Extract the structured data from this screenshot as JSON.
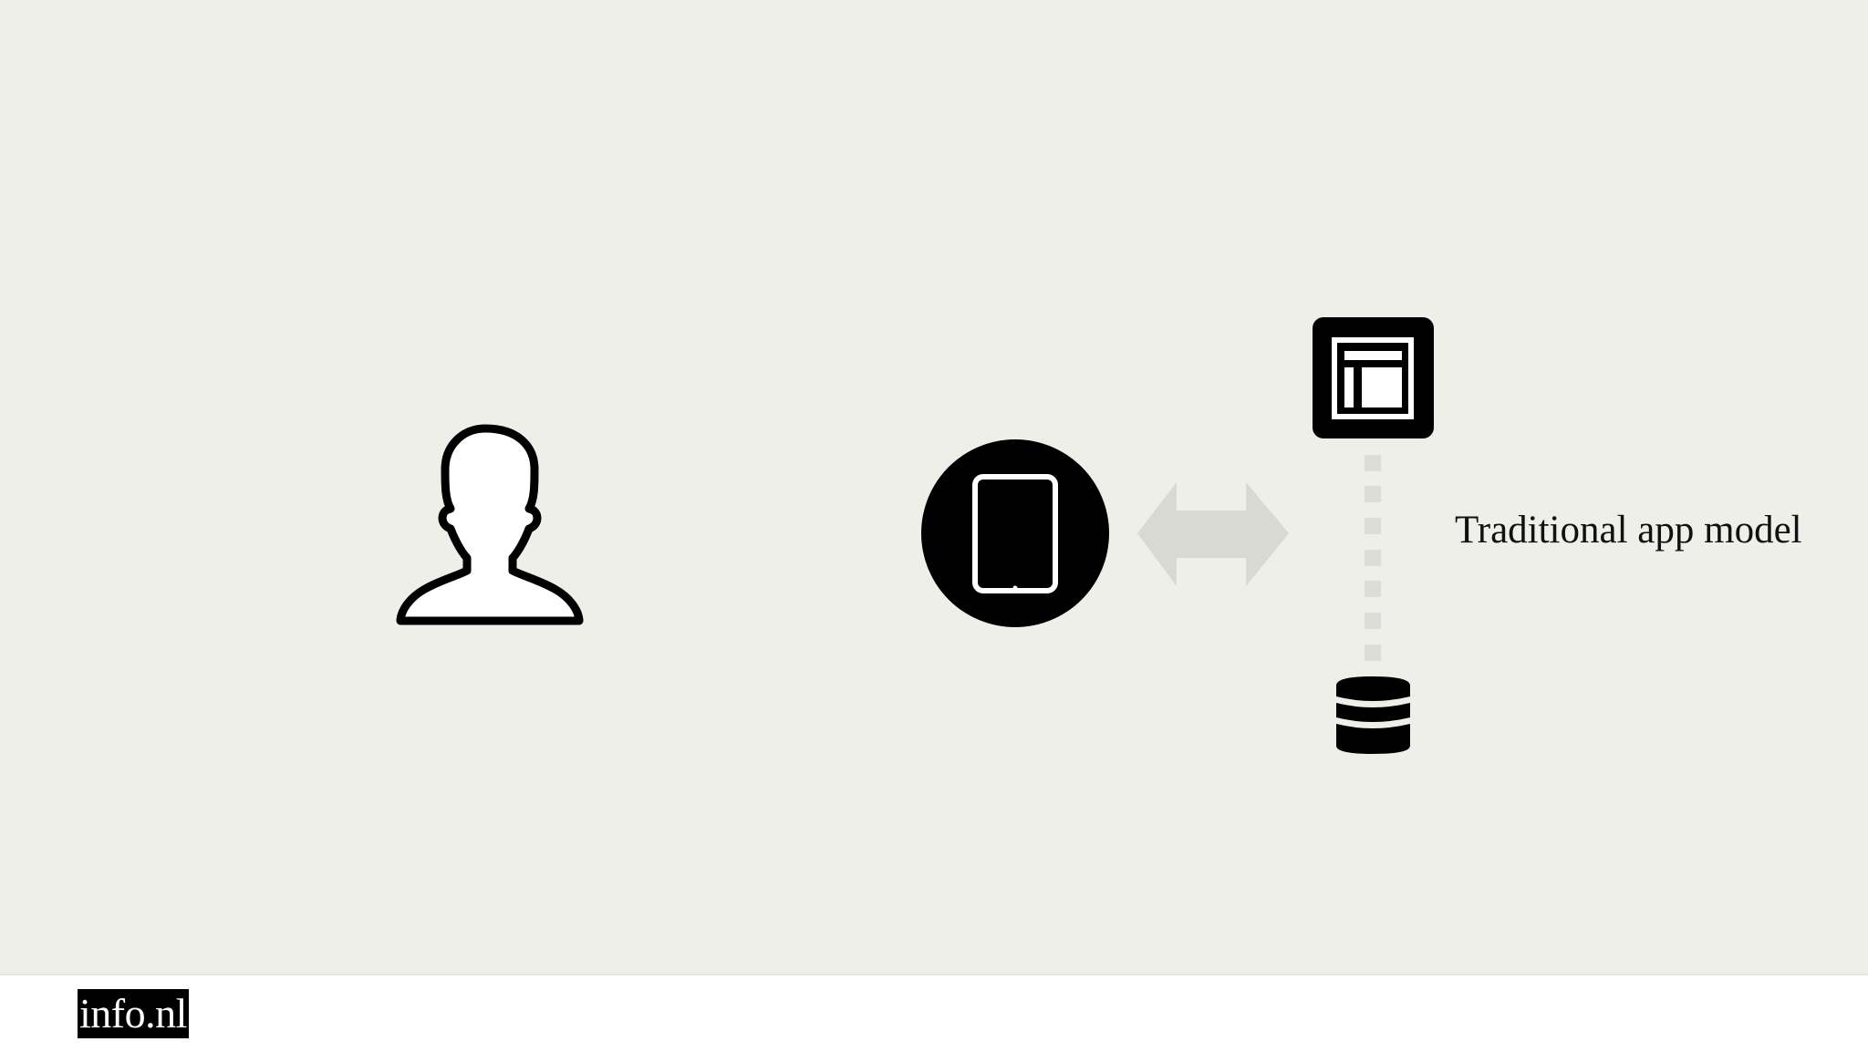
{
  "diagram": {
    "caption": "Traditional app model",
    "nodes": [
      {
        "id": "user",
        "icon": "user-silhouette-icon"
      },
      {
        "id": "device",
        "icon": "tablet-icon"
      },
      {
        "id": "layout",
        "icon": "web-layout-icon"
      },
      {
        "id": "database",
        "icon": "database-icon"
      }
    ],
    "edges": [
      {
        "from": "device",
        "to": "layout",
        "style": "double-arrow"
      },
      {
        "from": "layout",
        "to": "database",
        "style": "dotted"
      }
    ],
    "colors": {
      "background": "#efefea",
      "icon": "#000000",
      "arrow": "#d9d9d4",
      "connector": "#dcdcd8"
    }
  },
  "footer": {
    "logo_text": "info.nl"
  }
}
